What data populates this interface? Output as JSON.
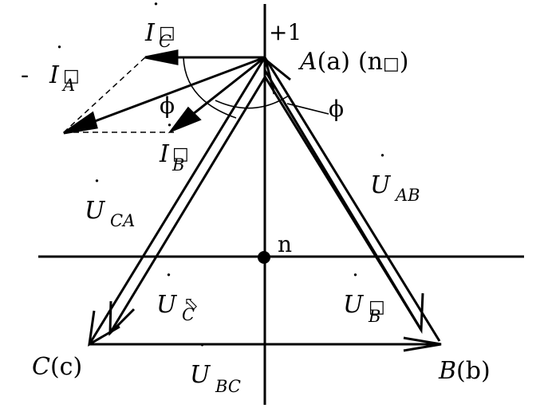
{
  "axis": {
    "real_label": "+1",
    "neutral_label": "n"
  },
  "vertices": {
    "A": {
      "letter": "A",
      "paren": "(a)",
      "extra": "(n",
      "box": "□",
      "close": ")"
    },
    "B": {
      "letter": "B",
      "paren": "(b)"
    },
    "C": {
      "letter": "C",
      "paren": "(c)"
    }
  },
  "voltages": {
    "ab": {
      "symbol": "U",
      "dot": "˙",
      "sub": "AB"
    },
    "bc": {
      "symbol": "U",
      "dot": "˙",
      "sub": "BC"
    },
    "ca": {
      "symbol": "U",
      "dot": "˙",
      "sub": "CA"
    },
    "b": {
      "symbol": "U",
      "dot": "˙",
      "sub": "B",
      "box": "□"
    },
    "c": {
      "symbol": "U",
      "dot": "˙",
      "sub": "C",
      "box": "⬁"
    }
  },
  "currents": {
    "ic": {
      "symbol": "I",
      "dot": "˙",
      "sub": "C",
      "box": "□"
    },
    "ib": {
      "symbol": "I",
      "dot": "˙",
      "sub": "B",
      "box": "□"
    },
    "neg_ia": {
      "prefix": "-",
      "symbol": "I",
      "dot": "˙",
      "sub": "A",
      "box": "□"
    }
  },
  "angles": {
    "phi_left": "ϕ",
    "phi_right": "ϕ"
  },
  "colors": {
    "ink": "#000000",
    "background": "#ffffff"
  }
}
